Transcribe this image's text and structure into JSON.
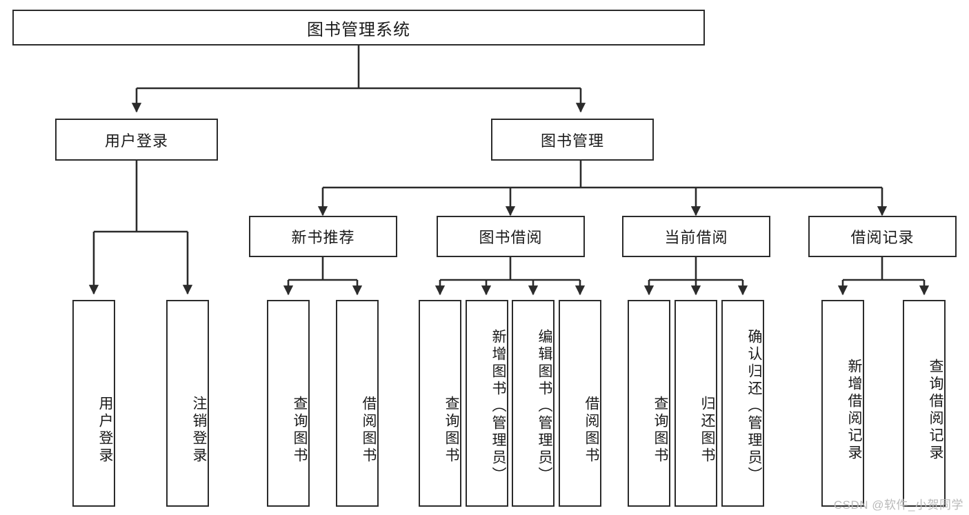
{
  "diagram": {
    "title": "图书管理系统",
    "type": "tree-hierarchy",
    "root": {
      "label": "图书管理系统"
    },
    "level2": [
      {
        "label": "用户登录"
      },
      {
        "label": "图书管理"
      }
    ],
    "level3": [
      {
        "label": "新书推荐"
      },
      {
        "label": "图书借阅"
      },
      {
        "label": "当前借阅"
      },
      {
        "label": "借阅记录"
      }
    ],
    "leaves": {
      "user_login": [
        {
          "label": "用户登录"
        },
        {
          "label": "注销登录"
        }
      ],
      "new_book_recommend": [
        {
          "label": "查询图书"
        },
        {
          "label": "借阅图书"
        }
      ],
      "book_borrow": [
        {
          "label": "查询图书"
        },
        {
          "label": "新增图书（管理员）"
        },
        {
          "label": "编辑图书（管理员）"
        },
        {
          "label": "借阅图书"
        }
      ],
      "current_borrow": [
        {
          "label": "查询图书"
        },
        {
          "label": "归还图书"
        },
        {
          "label": "确认归还（管理员）"
        }
      ],
      "borrow_record": [
        {
          "label": "新增借阅记录"
        },
        {
          "label": "查询借阅记录"
        }
      ]
    }
  },
  "watermark": {
    "text": "CSDN @软件_小贺同学"
  },
  "colors": {
    "stroke": "#2b2b2b",
    "text": "#1a1a1a",
    "background": "#ffffff",
    "watermark": "#b9b9b9"
  }
}
